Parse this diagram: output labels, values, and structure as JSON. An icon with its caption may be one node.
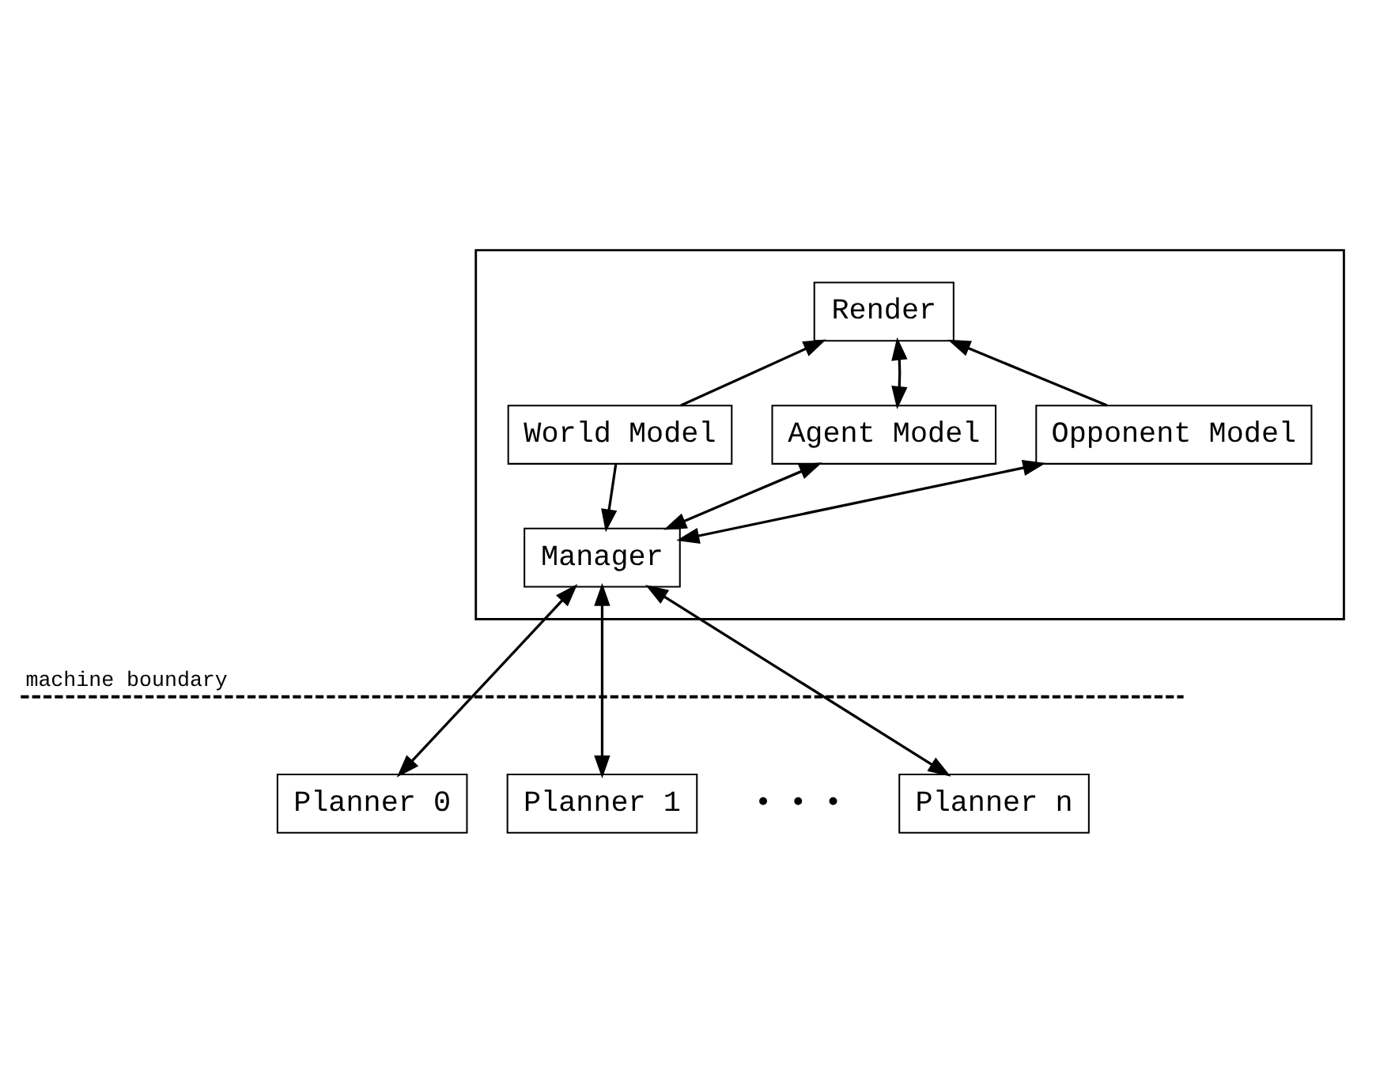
{
  "diagram": {
    "nodes": [
      {
        "text": [],
        "shape": "box"
      },
      {
        "text": [
          "Render"
        ],
        "in": 0
      },
      {
        "text": [
          "World Model"
        ],
        "in": 0
      },
      {
        "text": [
          "Agent Model"
        ],
        "in": 0
      },
      {
        "text": [
          "Opponent Model"
        ],
        "in": 0
      },
      {
        "text": [
          "Manager"
        ],
        "in": 0
      },
      {
        "text": [
          "Planner 0"
        ]
      },
      {
        "text": [
          "Planner 1"
        ]
      },
      {
        "text": [
          "Planner n"
        ]
      }
    ],
    "edges": [
      {
        "from": 2,
        "to": 1,
        "arrow": "to"
      },
      {
        "from": 3,
        "to": 1,
        "arrow": "both"
      },
      {
        "from": 4,
        "to": 1,
        "arrow": "to"
      },
      {
        "from": 2,
        "to": 5,
        "arrow": "to"
      },
      {
        "from": 3,
        "to": 5,
        "arrow": "both"
      },
      {
        "from": 4,
        "to": 5,
        "arrow": "both"
      },
      {
        "from": 5,
        "to": 6,
        "arrow": "both"
      },
      {
        "from": 5,
        "to": 7,
        "arrow": "both"
      },
      {
        "from": 5,
        "to": 8,
        "arrow": "both"
      }
    ],
    "labels": [
      "machine boundary",
      "• • •"
    ]
  }
}
